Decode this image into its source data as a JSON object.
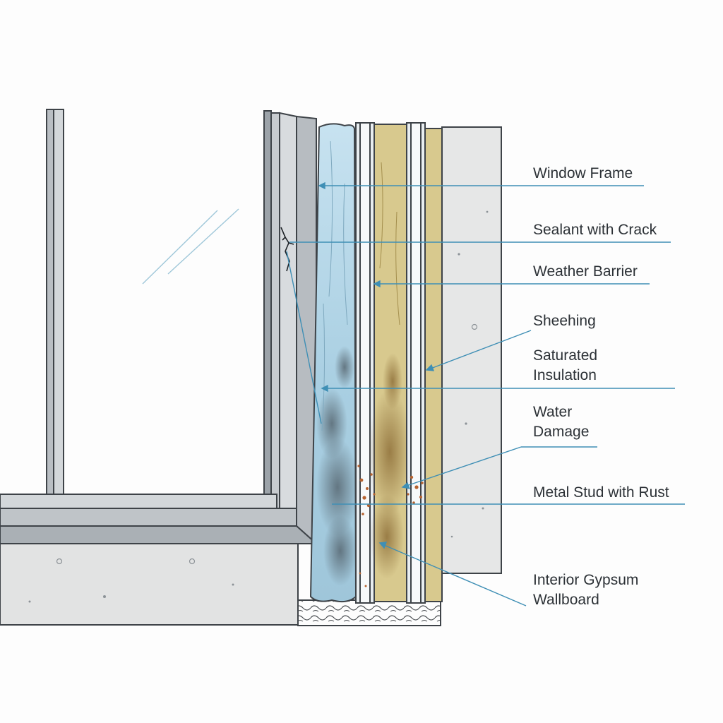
{
  "callouts": {
    "window_frame": "Window Frame",
    "sealant_with_crack": "Sealant with Crack",
    "weather_barrier": "Weather Barrier",
    "sheehing": "Sheehing",
    "saturated_insulation": [
      "Saturated",
      "Insulation"
    ],
    "water_damage": [
      "Water",
      "Damage"
    ],
    "metal_stud_with_rust": "Metal Stud with Rust",
    "interior_gypsum_wallboard": [
      "Interior Gypsum",
      "Wallboard"
    ]
  },
  "colors": {
    "frame": "#b9bec3",
    "frame_outline": "#3e4348",
    "concrete": "#e2e3e3",
    "sealant": "#bfdceb",
    "insulation": "#d8c98e",
    "rust": "#b5622f",
    "leader": "#3f8fb5",
    "text": "#2c3136"
  }
}
